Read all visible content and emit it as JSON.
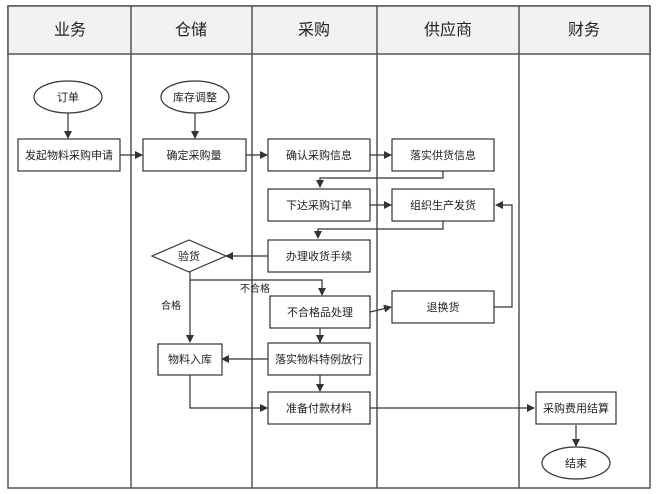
{
  "lanes": [
    {
      "id": "business",
      "title": "业务"
    },
    {
      "id": "warehouse",
      "title": "仓储"
    },
    {
      "id": "purchase",
      "title": "采购"
    },
    {
      "id": "supplier",
      "title": "供应商"
    },
    {
      "id": "finance",
      "title": "财务"
    }
  ],
  "nodes": {
    "order": "订单",
    "inventory_adjust": "库存调整",
    "request": "发起物料采购申请",
    "confirm_qty": "确定采购量",
    "confirm_info": "确认采购信息",
    "supply_info": "落实供货信息",
    "place_order": "下达采购订单",
    "produce_ship": "组织生产发货",
    "inspect": "验货",
    "receive": "办理收货手续",
    "nonconform": "不合格品处理",
    "return_exchange": "退换货",
    "stock_in": "物料入库",
    "special_release": "落实物料特例放行",
    "payment_material": "准备付款材料",
    "settlement": "采购费用结算",
    "end": "结束"
  },
  "edge_labels": {
    "pass": "合格",
    "fail": "不合格"
  }
}
